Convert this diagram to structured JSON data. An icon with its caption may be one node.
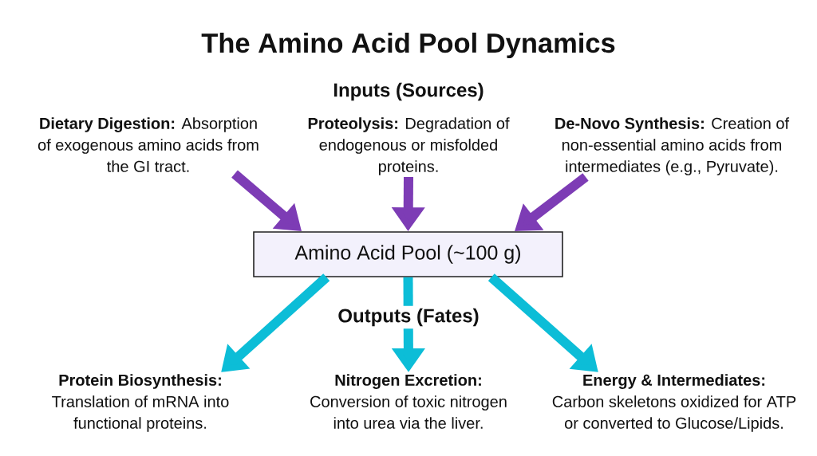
{
  "diagram": {
    "title": "The Amino Acid Pool Dynamics",
    "nodes": [
      {
        "text": [
          "**Dietary Digestion:** Absorption of exogenous amino acids from the GI tract."
        ]
      },
      {
        "text": [
          "**Proteolysis:** Degradation of endogenous or misfolded proteins."
        ]
      },
      {
        "text": [
          "**De-Novo Synthesis:** Creation of non-essential amino acids from intermediates (e.g., Pyruvate)."
        ]
      },
      {
        "text": [
          "Amino Acid Pool (~100 g)"
        ]
      },
      {
        "text": [
          "Protein Biosynthesis:",
          "Translation of mRNA into functional proteins."
        ]
      },
      {
        "text": [
          "Nitrogen Excretion:",
          "Conversion of toxic nitrogen into urea via the liver."
        ]
      },
      {
        "text": [
          "Energy & Intermediates:",
          "Carbon skeletons oxidized for ATP or converted to Glucose/Lipids."
        ]
      }
    ],
    "edges": [
      {
        "from": 0,
        "to": 3,
        "arrow": "to",
        "color": "#7d3cb5"
      },
      {
        "from": 1,
        "to": 3,
        "arrow": "to",
        "color": "#7d3cb5"
      },
      {
        "from": 2,
        "to": 3,
        "arrow": "to",
        "color": "#7d3cb5"
      },
      {
        "from": 3,
        "to": 4,
        "arrow": "to",
        "color": "#0cbdd7"
      },
      {
        "from": 3,
        "to": 5,
        "arrow": "to",
        "color": "#0cbdd7"
      },
      {
        "from": 3,
        "to": 6,
        "arrow": "to",
        "color": "#0cbdd7"
      }
    ],
    "labels": [
      "Inputs (Sources)",
      "Outputs (Fates)"
    ]
  }
}
